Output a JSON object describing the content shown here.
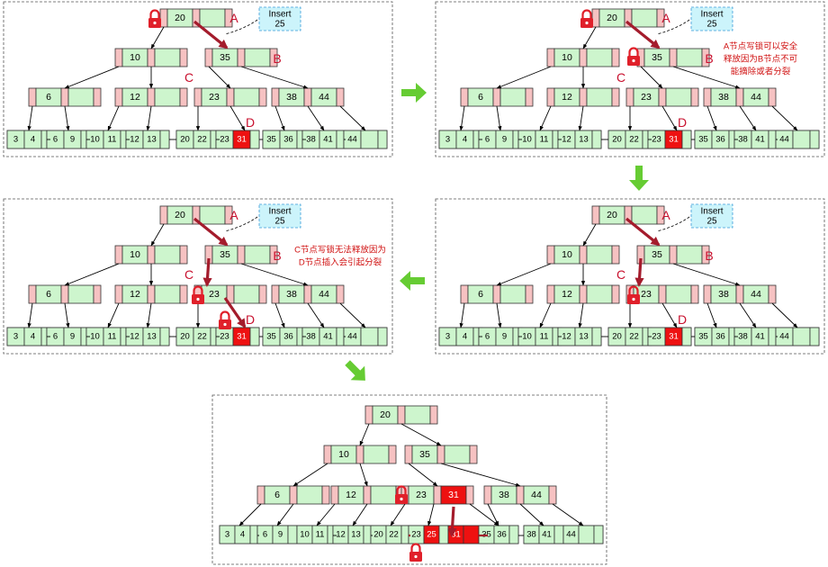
{
  "colors": {
    "node_fill": "#cdf5cd",
    "pointer_fill": "#f6c2c2",
    "highlight_fill": "#ee1111",
    "arrow_red": "#a41c2c",
    "label_red": "#c8102e",
    "note_red": "#d01010",
    "bubble_fill": "#ccf4fb",
    "bubble_stroke": "#3a9bd8",
    "green_arrow": "#66cc33"
  },
  "icons": {
    "lock": "lock-icon",
    "step_arrow": "green-arrow-icon"
  },
  "tree": {
    "root": [
      "20"
    ],
    "level1": [
      [
        "10"
      ],
      [
        "35"
      ]
    ],
    "level2": [
      [
        "6"
      ],
      [
        "12"
      ],
      [
        "23"
      ],
      [
        "38",
        "44"
      ]
    ],
    "leaves": [
      [
        "3",
        "4"
      ],
      [
        "6",
        "9"
      ],
      [
        "10",
        "11"
      ],
      [
        "12",
        "13"
      ],
      [
        "20",
        "22"
      ],
      [
        "23",
        "31"
      ],
      [
        "35",
        "36"
      ],
      [
        "38",
        "41"
      ],
      [
        "44"
      ]
    ]
  },
  "labels": {
    "a": "A",
    "b": "B",
    "c": "C",
    "d": "D"
  },
  "insert_bubble": "Insert 25",
  "notes": {
    "panel2": "A节点写锁可以安全释放因为B节点不可能摘除或者分裂",
    "panel3": "C节点写锁无法释放因为D节点插入会引起分裂"
  },
  "final_tree": {
    "root": [
      "20"
    ],
    "level1": [
      [
        "10"
      ],
      [
        "35"
      ]
    ],
    "level2": [
      [
        "6"
      ],
      [
        "12"
      ],
      [
        "23",
        "31"
      ],
      [
        "38",
        "44"
      ]
    ],
    "leaves": [
      [
        "3",
        "4"
      ],
      [
        "6",
        "9"
      ],
      [
        "10",
        "11"
      ],
      [
        "12",
        "13"
      ],
      [
        "20",
        "22"
      ],
      [
        "23",
        "25"
      ],
      [
        "31"
      ],
      [
        "35",
        "36"
      ],
      [
        "38",
        "41"
      ],
      [
        "44"
      ]
    ]
  }
}
